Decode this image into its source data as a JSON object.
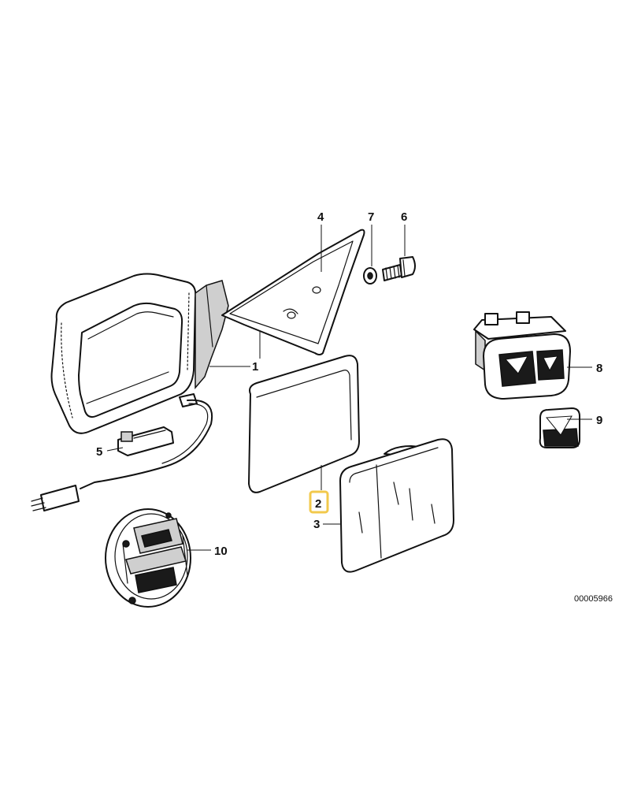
{
  "callouts": {
    "c1": "1",
    "c2": "2",
    "c3": "3",
    "c4": "4",
    "c5": "5",
    "c6": "6",
    "c7": "7",
    "c8": "8",
    "c9": "9",
    "c10": "10"
  },
  "highlighted_callout": "2",
  "highlight_color": "#f2c94c",
  "reference_number": "00005966"
}
